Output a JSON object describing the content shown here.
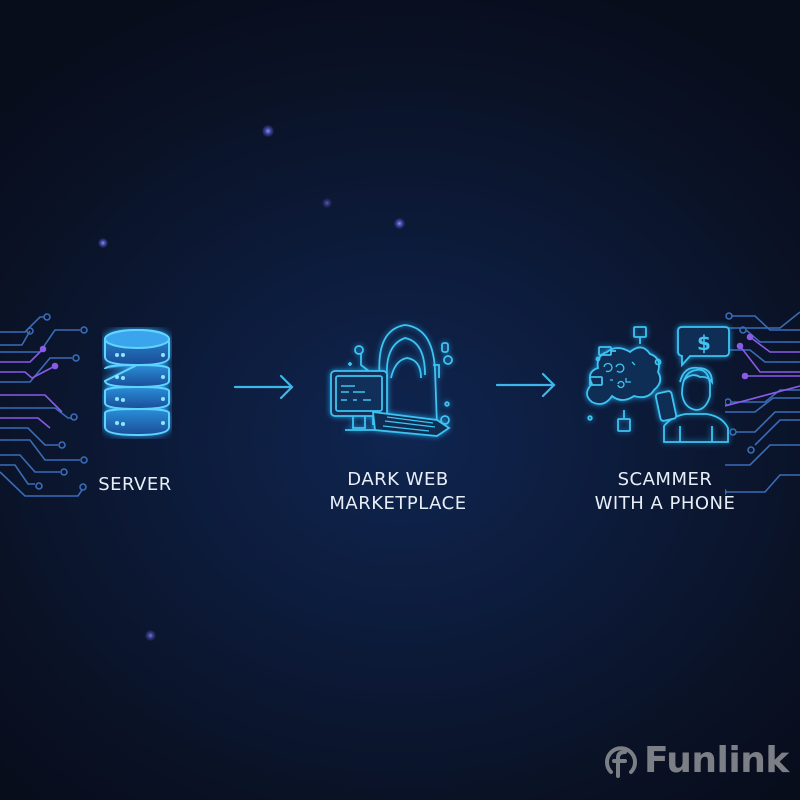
{
  "diagram": {
    "stages": [
      {
        "id": "server",
        "label": "SERVER",
        "icon": "database-server-icon"
      },
      {
        "id": "dark-web",
        "label": "DARK WEB\nMARKETPLACE",
        "icon": "hooded-hacker-computer-icon"
      },
      {
        "id": "scammer",
        "label": "SCAMMER\nWITH A PHONE",
        "icon": "person-phone-money-icon"
      }
    ],
    "connectors": [
      {
        "from": "server",
        "to": "dark-web",
        "icon": "arrow-right-icon"
      },
      {
        "from": "dark-web",
        "to": "scammer",
        "icon": "arrow-right-icon"
      }
    ],
    "dollar_symbol": "$"
  },
  "brand": {
    "name": "Funlink",
    "logo_letter": "f"
  },
  "colors": {
    "background": "#0a1226",
    "accent_cyan": "#3fc3f0",
    "accent_purple": "#8a5ae8",
    "circuit_blue": "#3a6cb8",
    "label_text": "#e8eef8",
    "brand_gray": "#7d7f86"
  }
}
